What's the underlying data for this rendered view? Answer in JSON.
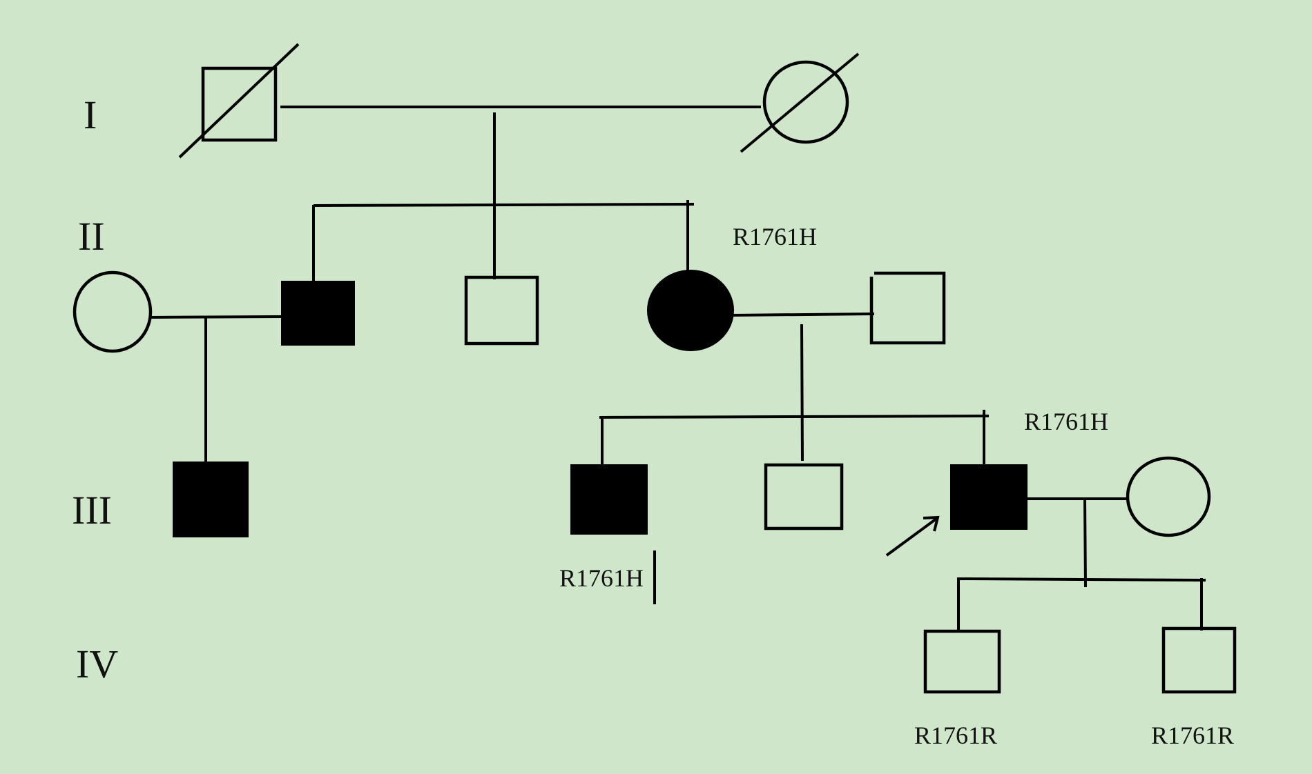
{
  "diagram": {
    "type": "pedigree",
    "background_color": "#cfe6cb",
    "line_color": "#000000",
    "generations": [
      {
        "id": "I",
        "label": "I"
      },
      {
        "id": "II",
        "label": "II"
      },
      {
        "id": "III",
        "label": "III"
      },
      {
        "id": "IV",
        "label": "IV"
      }
    ],
    "individuals": [
      {
        "id": "I-1",
        "generation": "I",
        "sex": "male",
        "affected": false,
        "deceased": true,
        "genotype": ""
      },
      {
        "id": "I-2",
        "generation": "I",
        "sex": "female",
        "affected": false,
        "deceased": true,
        "genotype": ""
      },
      {
        "id": "II-1",
        "generation": "II",
        "sex": "female",
        "affected": false,
        "deceased": false,
        "genotype": ""
      },
      {
        "id": "II-2",
        "generation": "II",
        "sex": "male",
        "affected": true,
        "deceased": false,
        "genotype": ""
      },
      {
        "id": "II-3",
        "generation": "II",
        "sex": "male",
        "affected": false,
        "deceased": false,
        "genotype": ""
      },
      {
        "id": "II-4",
        "generation": "II",
        "sex": "female",
        "affected": true,
        "deceased": false,
        "genotype": "R1761H"
      },
      {
        "id": "II-5",
        "generation": "II",
        "sex": "male",
        "affected": false,
        "deceased": false,
        "genotype": ""
      },
      {
        "id": "III-1",
        "generation": "III",
        "sex": "male",
        "affected": true,
        "deceased": false,
        "genotype": ""
      },
      {
        "id": "III-2",
        "generation": "III",
        "sex": "male",
        "affected": true,
        "deceased": false,
        "genotype": "R1761H"
      },
      {
        "id": "III-3",
        "generation": "III",
        "sex": "male",
        "affected": false,
        "deceased": false,
        "genotype": ""
      },
      {
        "id": "III-4",
        "generation": "III",
        "sex": "male",
        "affected": true,
        "deceased": false,
        "proband": true,
        "genotype": "R1761H"
      },
      {
        "id": "III-5",
        "generation": "III",
        "sex": "female",
        "affected": false,
        "deceased": false,
        "genotype": ""
      },
      {
        "id": "IV-1",
        "generation": "IV",
        "sex": "male",
        "affected": false,
        "deceased": false,
        "genotype": "R1761R"
      },
      {
        "id": "IV-2",
        "generation": "IV",
        "sex": "male",
        "affected": false,
        "deceased": false,
        "genotype": "R1761R"
      }
    ],
    "unions": [
      {
        "partners": [
          "I-1",
          "I-2"
        ],
        "children": [
          "II-2",
          "II-3",
          "II-4"
        ]
      },
      {
        "partners": [
          "II-1",
          "II-2"
        ],
        "children": [
          "III-1"
        ]
      },
      {
        "partners": [
          "II-4",
          "II-5"
        ],
        "children": [
          "III-2",
          "III-3",
          "III-4"
        ]
      },
      {
        "partners": [
          "III-4",
          "III-5"
        ],
        "children": [
          "IV-1",
          "IV-2"
        ]
      }
    ],
    "proband_marker": "arrow"
  }
}
